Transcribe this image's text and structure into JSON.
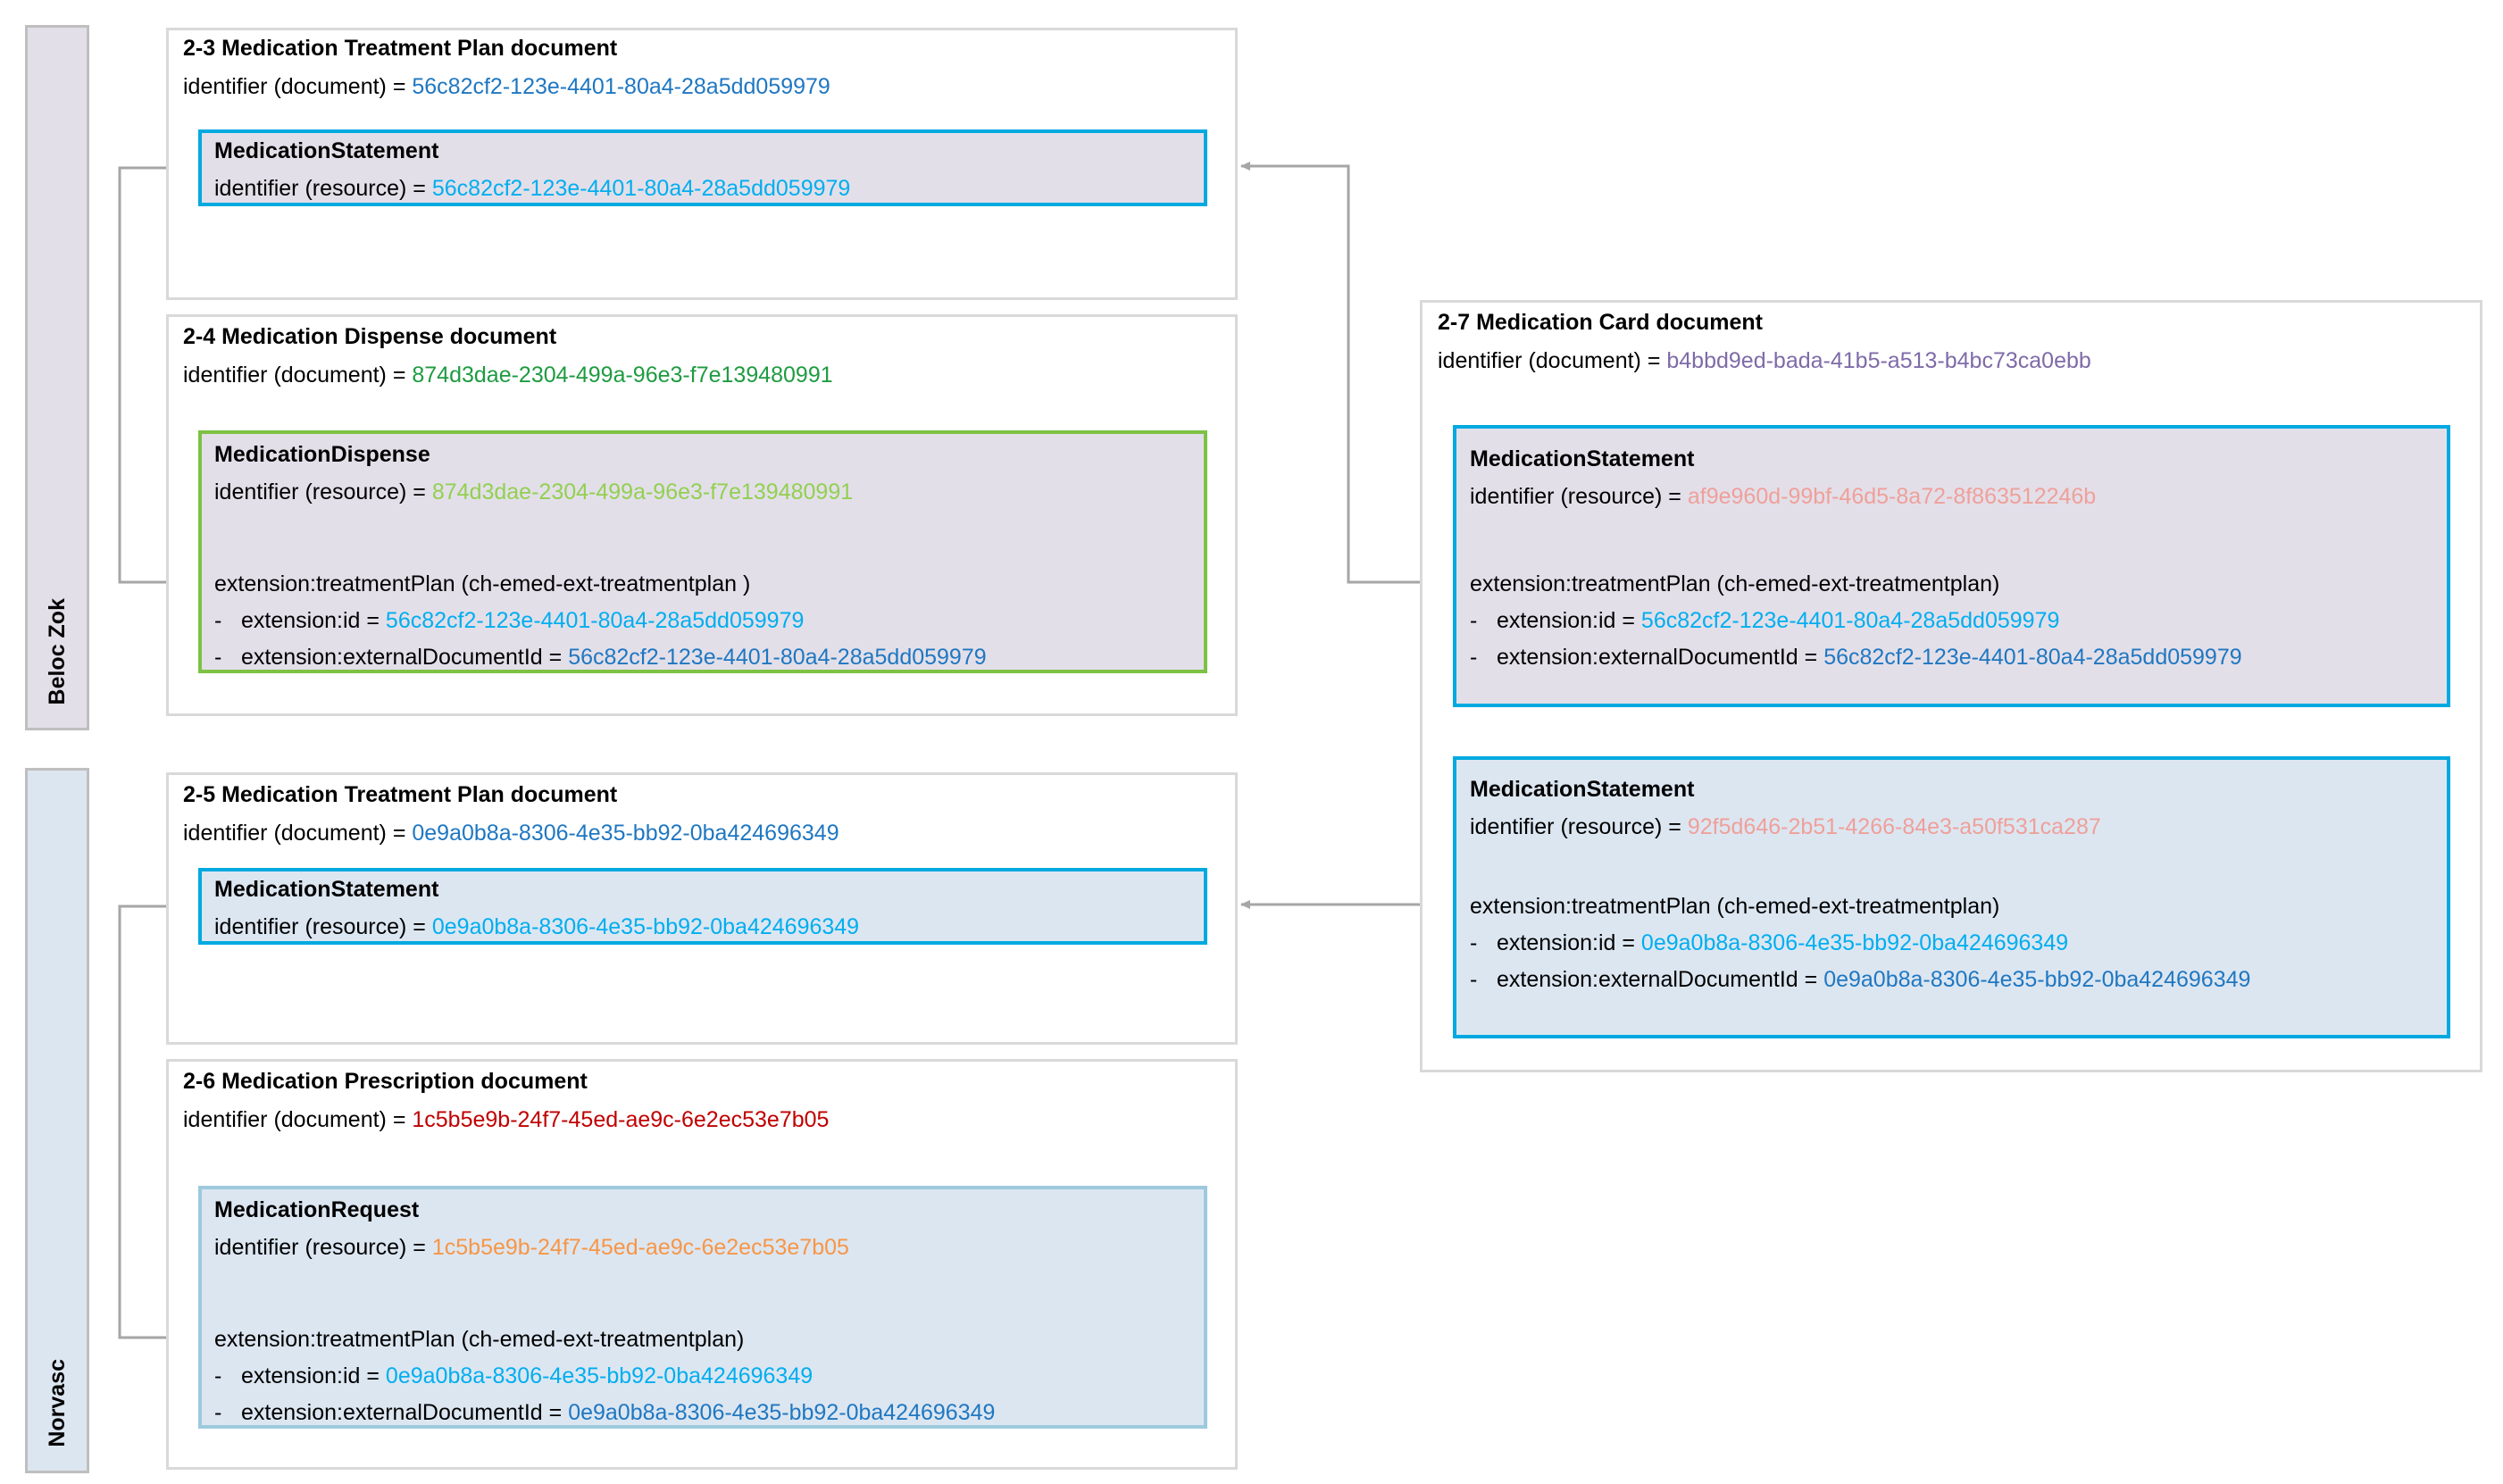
{
  "bands": [
    {
      "label": "Beloc Zok",
      "color": "#E3DFE9"
    },
    {
      "label": "Norvasc",
      "color": "#DCE6F1"
    }
  ],
  "labels": {
    "identifier_document": "identifier (document) = ",
    "identifier_resource": "identifier (resource) = ",
    "extension_id": "extension:id = ",
    "extension_external_document_id": "extension:externalDocumentId = "
  },
  "documents": {
    "doc23": {
      "title": "2-3 Medication Treatment Plan document",
      "identifier_label": "identifier (document) = ",
      "identifier_value": "56c82cf2-123e-4401-80a4-28a5dd059979",
      "resource": {
        "name": "MedicationStatement",
        "identifier_label": "identifier (resource) = ",
        "identifier_value": "56c82cf2-123e-4401-80a4-28a5dd059979"
      }
    },
    "doc24": {
      "title": "2-4  Medication Dispense document",
      "identifier_label": "identifier (document) = ",
      "identifier_value": "874d3dae-2304-499a-96e3-f7e139480991",
      "resource": {
        "name": "MedicationDispense",
        "identifier_label": "identifier (resource) = ",
        "identifier_value": "874d3dae-2304-499a-96e3-f7e139480991",
        "extension_header": "extension:treatmentPlan (ch-emed-ext-treatmentplan )",
        "extension_id_label": "extension:id = ",
        "extension_id_value": "56c82cf2-123e-4401-80a4-28a5dd059979",
        "extension_extdoc_label": "extension:externalDocumentId = ",
        "extension_extdoc_value": "56c82cf2-123e-4401-80a4-28a5dd059979"
      }
    },
    "doc25": {
      "title": "2-5 Medication Treatment Plan document",
      "identifier_label": "identifier (document) = ",
      "identifier_value": "0e9a0b8a-8306-4e35-bb92-0ba424696349",
      "resource": {
        "name": "MedicationStatement",
        "identifier_label": "identifier (resource) = ",
        "identifier_value": "0e9a0b8a-8306-4e35-bb92-0ba424696349"
      }
    },
    "doc26": {
      "title": "2-6 Medication Prescription document",
      "identifier_label": "identifier (document) = ",
      "identifier_value": "1c5b5e9b-24f7-45ed-ae9c-6e2ec53e7b05",
      "resource": {
        "name": "MedicationRequest",
        "identifier_label": "identifier (resource) = ",
        "identifier_value": "1c5b5e9b-24f7-45ed-ae9c-6e2ec53e7b05",
        "extension_header": "extension:treatmentPlan (ch-emed-ext-treatmentplan)",
        "extension_id_label": "extension:id = ",
        "extension_id_value": "0e9a0b8a-8306-4e35-bb92-0ba424696349",
        "extension_extdoc_label": "extension:externalDocumentId = ",
        "extension_extdoc_value": "0e9a0b8a-8306-4e35-bb92-0ba424696349"
      }
    },
    "doc27": {
      "title": "2-7 Medication Card document",
      "identifier_label": "identifier (document) = ",
      "identifier_value": "b4bbd9ed-bada-41b5-a513-b4bc73ca0ebb",
      "resource_a": {
        "name": "MedicationStatement",
        "identifier_label": "identifier (resource) = ",
        "identifier_value": "af9e960d-99bf-46d5-8a72-8f863512246b",
        "extension_header": "extension:treatmentPlan (ch-emed-ext-treatmentplan)",
        "extension_id_label": "extension:id = ",
        "extension_id_value": "56c82cf2-123e-4401-80a4-28a5dd059979",
        "extension_extdoc_label": "extension:externalDocumentId = ",
        "extension_extdoc_value": "56c82cf2-123e-4401-80a4-28a5dd059979"
      },
      "resource_b": {
        "name": "MedicationStatement",
        "identifier_label": "identifier (resource) = ",
        "identifier_value": "92f5d646-2b51-4266-84e3-a50f531ca287",
        "extension_header": "extension:treatmentPlan (ch-emed-ext-treatmentplan)",
        "extension_id_label": "extension:id = ",
        "extension_id_value": "0e9a0b8a-8306-4e35-bb92-0ba424696349",
        "extension_extdoc_label": "extension:externalDocumentId = ",
        "extension_extdoc_value": "0e9a0b8a-8306-4e35-bb92-0ba424696349"
      }
    }
  },
  "colors": {
    "uuid_blue_dark": "#1F77C1",
    "uuid_blue_bright": "#00AEEF",
    "uuid_green_dark": "#1E9B41",
    "uuid_green_light": "#92D050",
    "uuid_purple": "#7E6BA8",
    "uuid_salmon": "#EFA09A",
    "uuid_red": "#C00000",
    "uuid_orange": "#F79646",
    "border_blue": "#00A9E0",
    "border_green": "#7DC243",
    "border_muted_blue": "#9DC9DD",
    "card_border_grey": "#D9D9D9",
    "band_border_grey": "#BFBFBF",
    "connector_grey": "#A6A6A6",
    "fill_lavender": "#E3DFE9",
    "fill_blue": "#DCE6F1"
  },
  "connectors": [
    {
      "name": "dispense-to-treatmentplan-23",
      "from": "2-4 MedicationDispense extension:treatmentPlan",
      "to": "2-3 MedicationStatement"
    },
    {
      "name": "card-statement-a-to-treatmentplan-23",
      "from": "2-7 MedicationStatement (af9e960d) extension:treatmentPlan",
      "to": "2-3 MedicationStatement"
    },
    {
      "name": "prescription-to-treatmentplan-25",
      "from": "2-6 MedicationRequest extension:treatmentPlan",
      "to": "2-5 MedicationStatement"
    },
    {
      "name": "card-statement-b-to-treatmentplan-25",
      "from": "2-7 MedicationStatement (92f5d646) extension:treatmentPlan",
      "to": "2-5 MedicationStatement"
    }
  ]
}
